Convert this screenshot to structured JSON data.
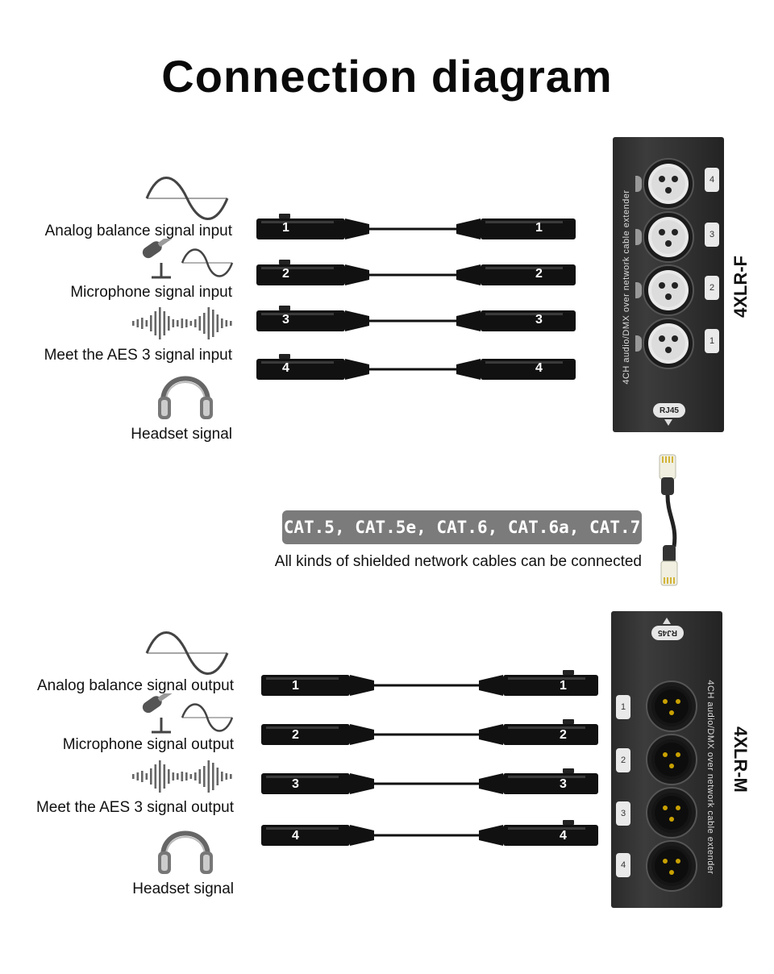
{
  "title": "Connection diagram",
  "input_section": {
    "labels": [
      "Analog balance signal input",
      "Microphone signal input",
      "Meet the AES 3 signal input",
      "Headset signal"
    ],
    "channels": [
      "1",
      "2",
      "3",
      "4"
    ]
  },
  "output_section": {
    "labels": [
      "Analog balance signal output",
      "Microphone signal output",
      "Meet the AES 3 signal output",
      "Headset signal"
    ],
    "channels": [
      "1",
      "2",
      "3",
      "4"
    ]
  },
  "device_top": {
    "model": "4XLR-F",
    "vertical_text": "4CH audio/DMX over network cable extender",
    "port_label": "RJ45",
    "tabs": [
      "4",
      "3",
      "2",
      "1"
    ]
  },
  "device_bottom": {
    "model": "4XLR-M",
    "vertical_text": "4CH audio/DMX over network cable extender",
    "port_label": "RJ45",
    "tabs": [
      "1",
      "2",
      "3",
      "4"
    ]
  },
  "network": {
    "cable_types": "CAT.5, CAT.5e, CAT.6, CAT.6a, CAT.7",
    "note": "All kinds of shielded network cables can be connected"
  },
  "colors": {
    "device_body": "#2f2f2f",
    "pill": "#7b7b7b",
    "cable": "#111111"
  },
  "icons": [
    "sine-wave-icon",
    "microphone-wave-icon",
    "aes-waveform-icon",
    "headphones-icon"
  ]
}
